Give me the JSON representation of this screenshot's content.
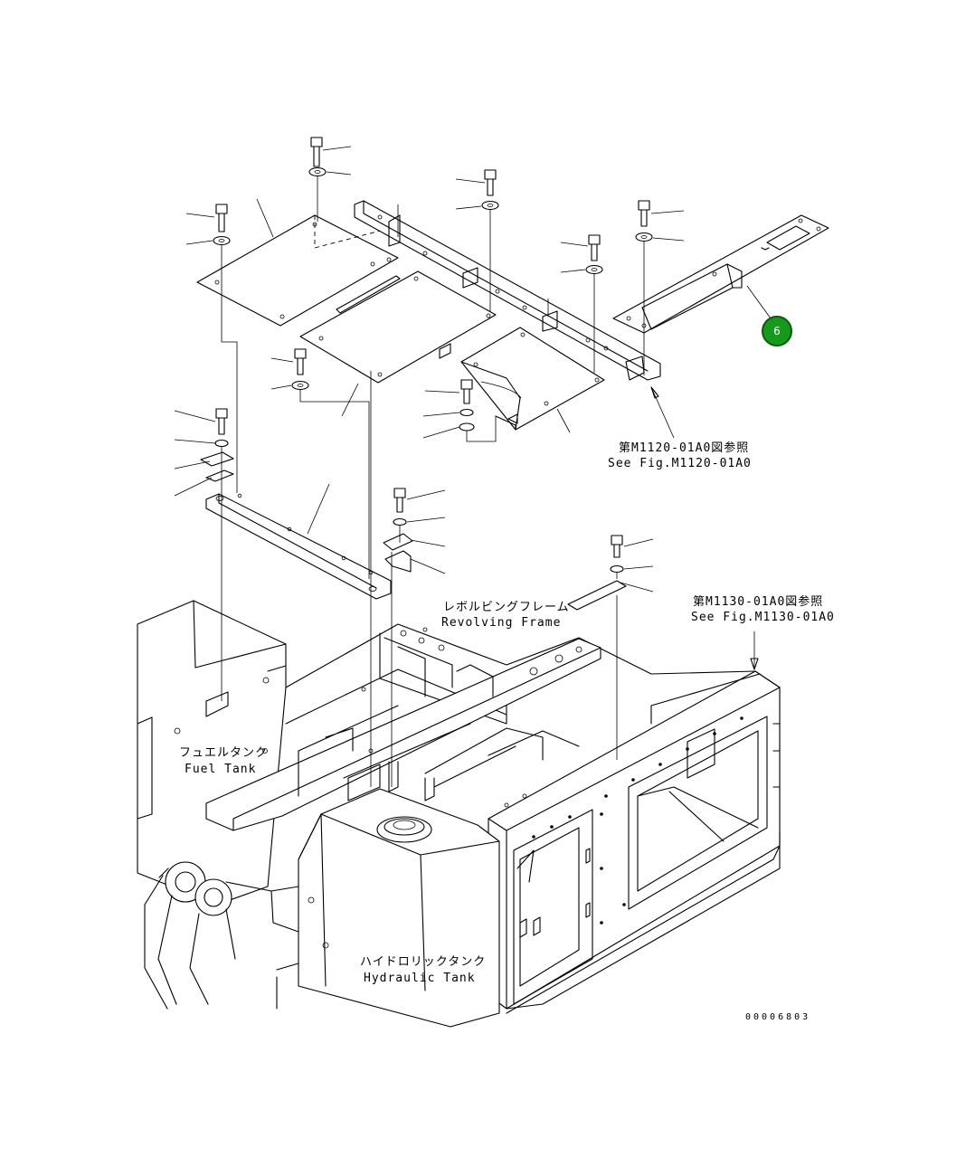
{
  "labels": {
    "ref1_jp": "第M1120-01A0図参照",
    "ref1_en": "See Fig.M1120-01A0",
    "ref2_jp": "第M1130-01A0図参照",
    "ref2_en": "See Fig.M1130-01A0",
    "frame_jp": "レボルビングフレーム",
    "frame_en": "Revolving Frame",
    "fuel_jp": "フュエルタンク",
    "fuel_en": "Fuel Tank",
    "hyd_jp": "ハイドロリックタンク",
    "hyd_en": "Hydraulic Tank"
  },
  "callouts": [
    {
      "number": "6",
      "color": "#179a1c"
    }
  ],
  "drawing_number": "00006803"
}
